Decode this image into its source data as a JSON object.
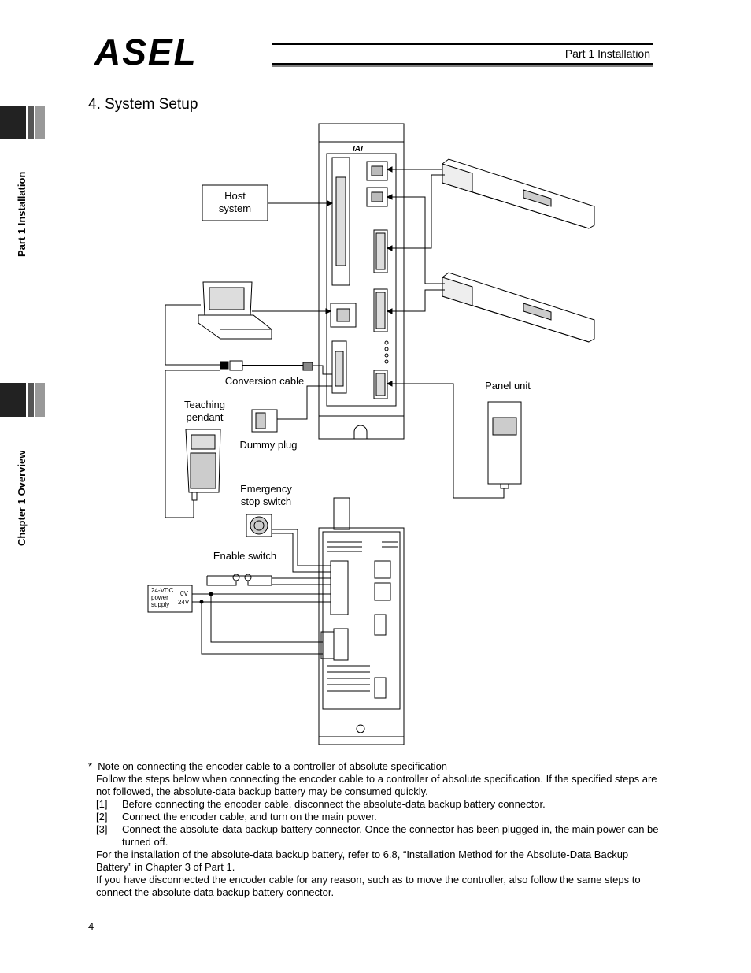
{
  "header": {
    "logo_text": "ASEL",
    "section": "Part 1  Installation"
  },
  "title": "4.   System Setup",
  "sidebar": {
    "tab1": "Part 1  Installation",
    "tab2": "Chapter 1  Overview"
  },
  "controller_logo": "IAI",
  "diagram_labels": {
    "host_system": [
      "Host",
      "system"
    ],
    "conversion_cable": "Conversion cable",
    "teaching_pendant": [
      "Teaching",
      "pendant"
    ],
    "dummy_plug": "Dummy plug",
    "panel_unit": "Panel unit",
    "emergency_stop": [
      "Emergency",
      "stop switch"
    ],
    "enable_switch": "Enable switch",
    "power_supply": [
      "24-VDC",
      "power",
      "supply"
    ],
    "volt_0": "0V",
    "volt_24": "24V"
  },
  "notes": {
    "heading": "Note on connecting the encoder cable to a controller of absolute specification",
    "asterisk": "*",
    "intro": "Follow the steps below when connecting the encoder cable to a controller of absolute specification. If the specified steps are not followed, the absolute-data backup battery may be consumed quickly.",
    "steps": [
      {
        "num": "[1]",
        "text": "Before connecting the encoder cable, disconnect the absolute-data backup battery connector."
      },
      {
        "num": "[2]",
        "text": "Connect the encoder cable, and turn on the main power."
      },
      {
        "num": "[3]",
        "text": "Connect the absolute-data backup battery connector. Once the connector has been plugged in, the main power can be turned off."
      }
    ],
    "para1": "For the installation of the absolute-data backup battery, refer to 6.8, “Installation Method for the Absolute-Data Backup Battery” in Chapter 3 of Part 1.",
    "para2": "If you have disconnected the encoder cable for any reason, such as to move the controller, also follow the same steps to connect the absolute-data backup battery connector."
  },
  "page_number": "4"
}
